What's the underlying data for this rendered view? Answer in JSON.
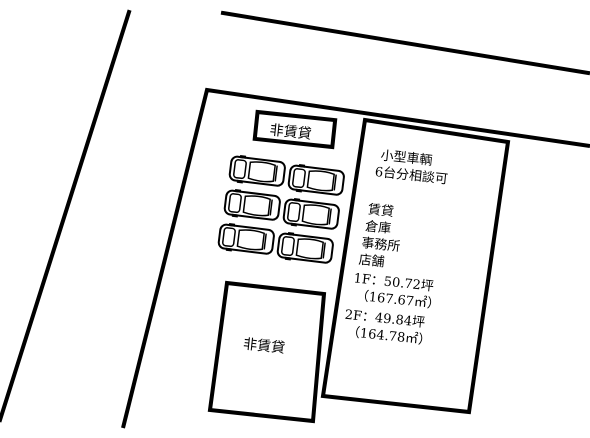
{
  "colors": {
    "line": "#000000",
    "background": "#ffffff"
  },
  "labels": {
    "non_rental_top": "非賃貸",
    "non_rental_bottom": "非賃貸"
  },
  "parking": {
    "capacity_text_line1": "小型車輌",
    "capacity_text_line2": "6台分相談可",
    "car_count": 6
  },
  "rental": {
    "usage": [
      "賃貸",
      "倉庫",
      "事務所",
      "店舗"
    ],
    "floor_1f_label": "1F：50.72坪",
    "floor_1f_sqm": "（167.67㎡）",
    "floor_2f_label": "2F：49.84坪",
    "floor_2f_sqm": "（164.78㎡）"
  }
}
